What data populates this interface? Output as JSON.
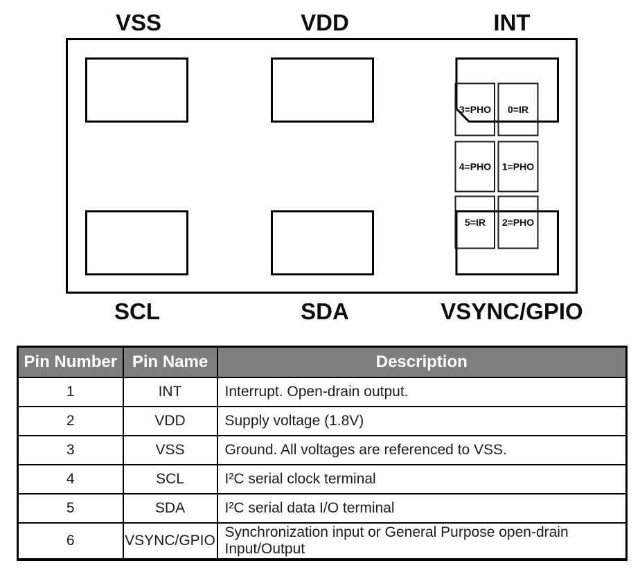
{
  "diagram": {
    "top_pins": [
      {
        "label": "VSS"
      },
      {
        "label": "VDD"
      },
      {
        "label": "INT"
      }
    ],
    "bottom_pins": [
      {
        "label": "SCL"
      },
      {
        "label": "SDA"
      },
      {
        "label": "VSYNC/GPIO"
      }
    ],
    "sensor_cells": [
      {
        "label": "3=PHO"
      },
      {
        "label": "0=IR"
      },
      {
        "label": "4=PHO"
      },
      {
        "label": "1=PHO"
      },
      {
        "label": "5=IR"
      },
      {
        "label": "2=PHO"
      }
    ]
  },
  "pin_table": {
    "headers": [
      "Pin Number",
      "Pin Name",
      "Description"
    ],
    "rows": [
      {
        "number": "1",
        "name": "INT",
        "description": "Interrupt. Open-drain output."
      },
      {
        "number": "2",
        "name": "VDD",
        "description": "Supply voltage (1.8V)"
      },
      {
        "number": "3",
        "name": "VSS",
        "description": "Ground. All voltages are referenced to VSS."
      },
      {
        "number": "4",
        "name": "SCL",
        "description": "I²C serial clock terminal"
      },
      {
        "number": "5",
        "name": "SDA",
        "description": "I²C serial data I/O terminal"
      },
      {
        "number": "6",
        "name": "VSYNC/GPIO",
        "description": "Synchronization input or General Purpose open-drain Input/Output"
      }
    ]
  },
  "colors": {
    "header_bg": "#7f7f7f",
    "header_text": "#ffffff",
    "line": "#000000"
  }
}
